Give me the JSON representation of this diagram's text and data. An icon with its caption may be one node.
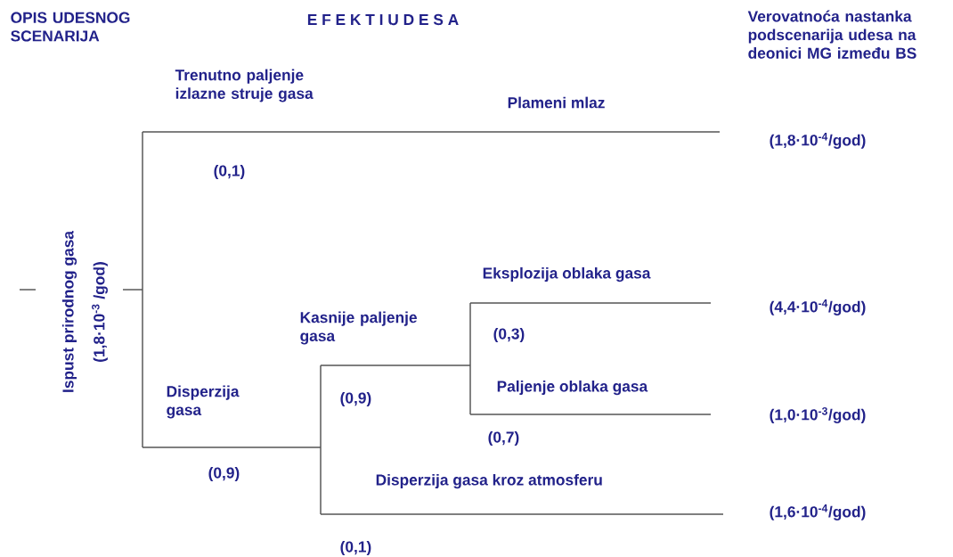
{
  "diagram": {
    "labels": [
      "OPIS UDESNOG SCENARIJA",
      "E F E K T I U D E S A",
      "Verovatnoća nastanka podscenarija udesa na deonici MG između BS",
      "Trenutno paljenje izlazne struje gasa",
      "Plameni mlaz",
      "(1,8·10$^{-4}$/god)",
      "(0,1)",
      "Ispust prirodnog gasa",
      "(1,8·10$^{-3}$ /god)",
      "Eksplozija oblaka gasa",
      "Kasnije paljenje gasa",
      "(4,4·10$^{-4}$/god)",
      "(0,3)",
      "Disperzija gasa",
      "(0,9)",
      "Paljenje oblaka gasa",
      "(1,0·10$^{-3}$/god)",
      "(0,7)",
      "(0,9)",
      "Disperzija gasa kroz atmosferu",
      "(1,6·10$^{-4}$/god)",
      "(0,1)"
    ]
  }
}
